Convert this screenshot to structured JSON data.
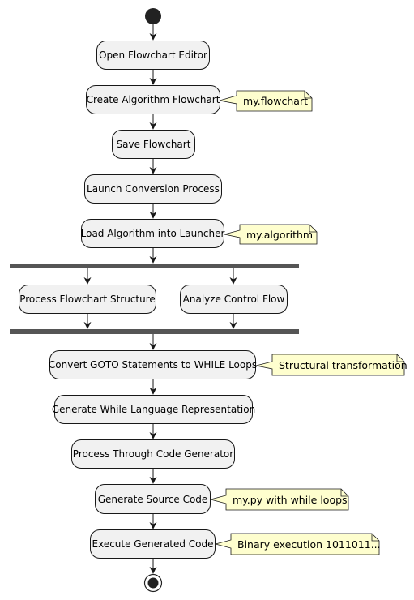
{
  "activities": {
    "open_editor": "Open Flowchart Editor",
    "create_flowchart": "Create Algorithm Flowchart",
    "save_flowchart": "Save Flowchart",
    "launch_conversion": "Launch Conversion Process",
    "load_algorithm": "Load Algorithm into Launcher",
    "process_structure": "Process Flowchart Structure",
    "analyze_control": "Analyze Control Flow",
    "convert_goto": "Convert GOTO Statements to WHILE Loops",
    "generate_while": "Generate While Language Representation",
    "process_codegen": "Process Through Code Generator",
    "generate_source": "Generate Source Code",
    "execute_code": "Execute Generated Code"
  },
  "notes": {
    "flowchart_file": "my.flowchart",
    "algorithm_file": "my.algorithm",
    "structural": "Structural transformation",
    "python_file": "my.py with while loops",
    "binary_exec": "Binary execution 1011011..."
  },
  "colors": {
    "activity_fill": "#f1f1f1",
    "note_fill": "#fefece",
    "line": "#181818",
    "fork_bar": "#555555"
  }
}
